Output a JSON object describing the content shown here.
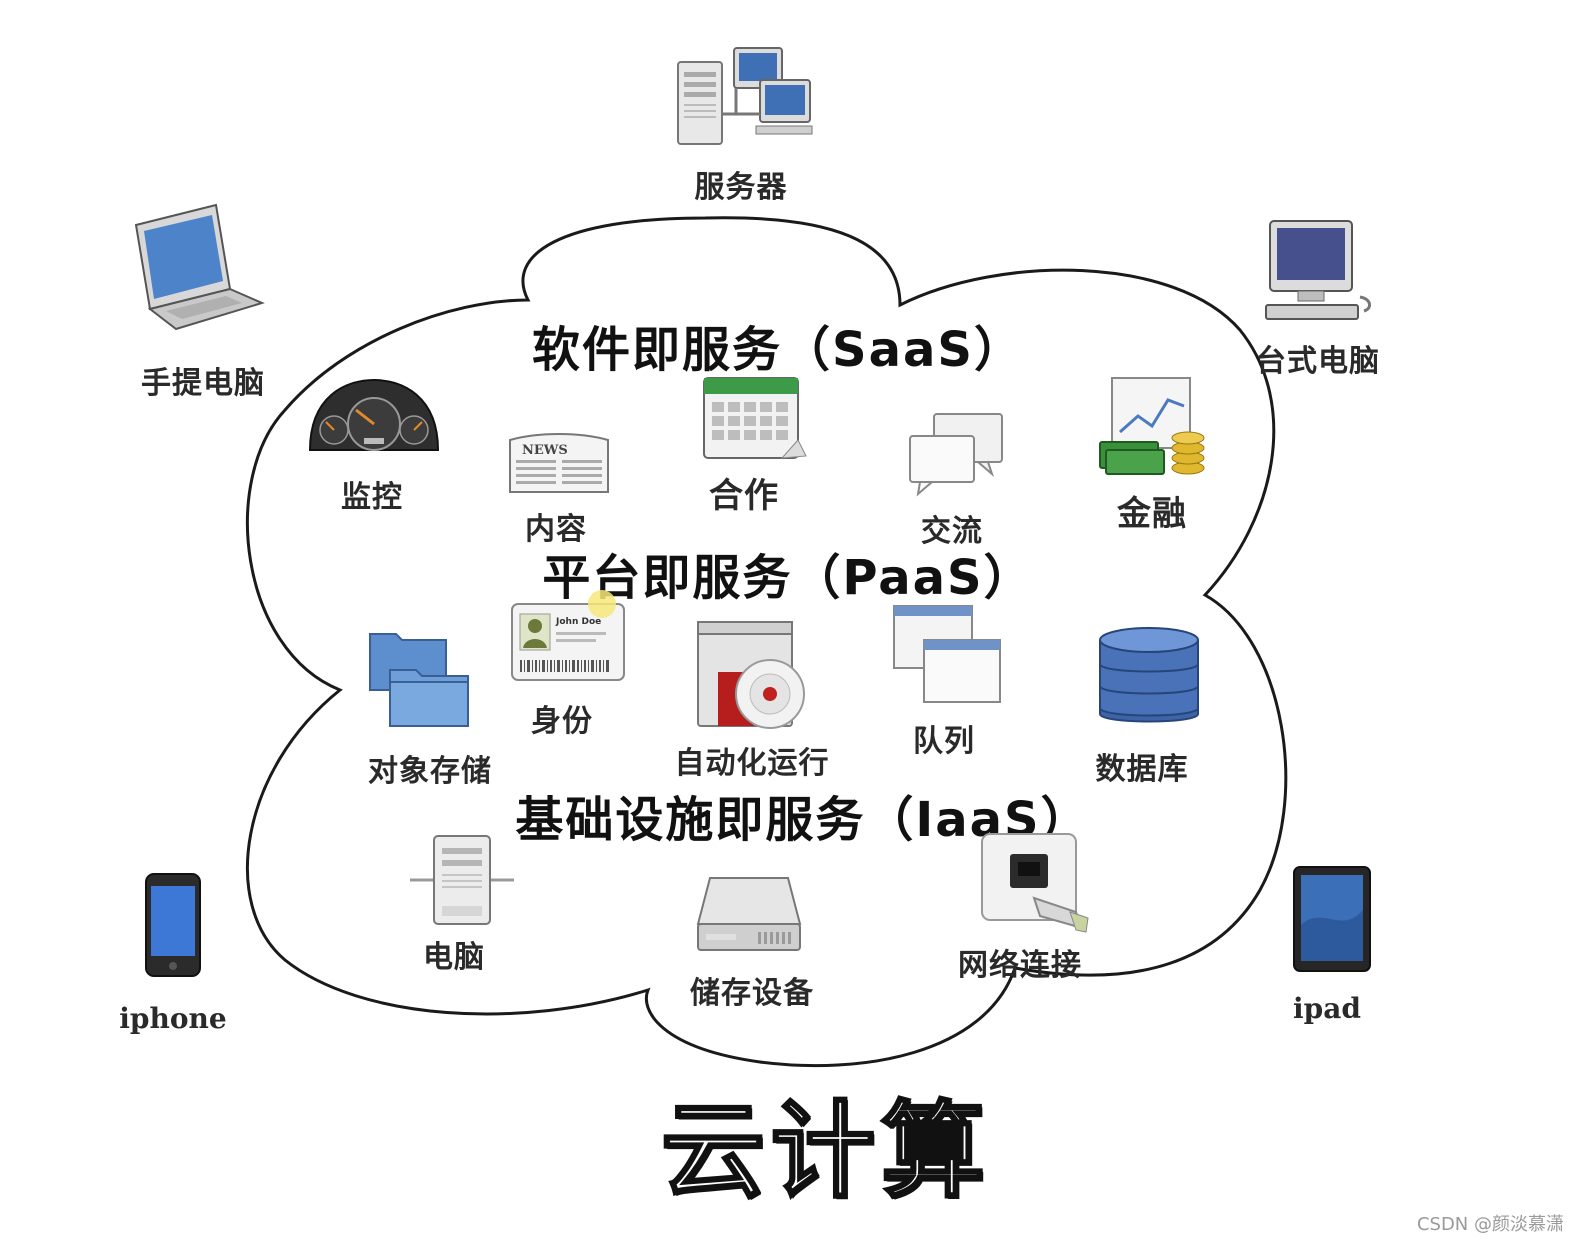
{
  "title": "云计算",
  "watermark": "CSDN @颜淡慕潇",
  "layers": {
    "saas": "软件即服务（SaaS）",
    "paas": "平台即服务（PaaS）",
    "iaas": "基础设施即服务（IaaS）"
  },
  "devices": {
    "server": "服务器",
    "laptop": "手提电脑",
    "desktop": "台式电脑",
    "iphone": "iphone",
    "ipad": "ipad"
  },
  "saas_items": {
    "monitor": "监控",
    "content": "内容",
    "collab": "合作",
    "chat": "交流",
    "finance": "金融"
  },
  "paas_items": {
    "object_storage": "对象存储",
    "identity": "身份",
    "automation": "自动化运行",
    "queue": "队列",
    "database": "数据库"
  },
  "iaas_items": {
    "computer": "电脑",
    "storage_device": "储存设备",
    "network": "网络连接"
  },
  "icon_text": {
    "news": "NEWS",
    "id_name": "John Doe"
  },
  "colors": {
    "cloud_stroke": "#1a1a1a",
    "blue_screen": "#3f6fb5",
    "folder_blue": "#6f9fd8",
    "gold": "#e0b830",
    "money_green": "#3a8f3a"
  }
}
